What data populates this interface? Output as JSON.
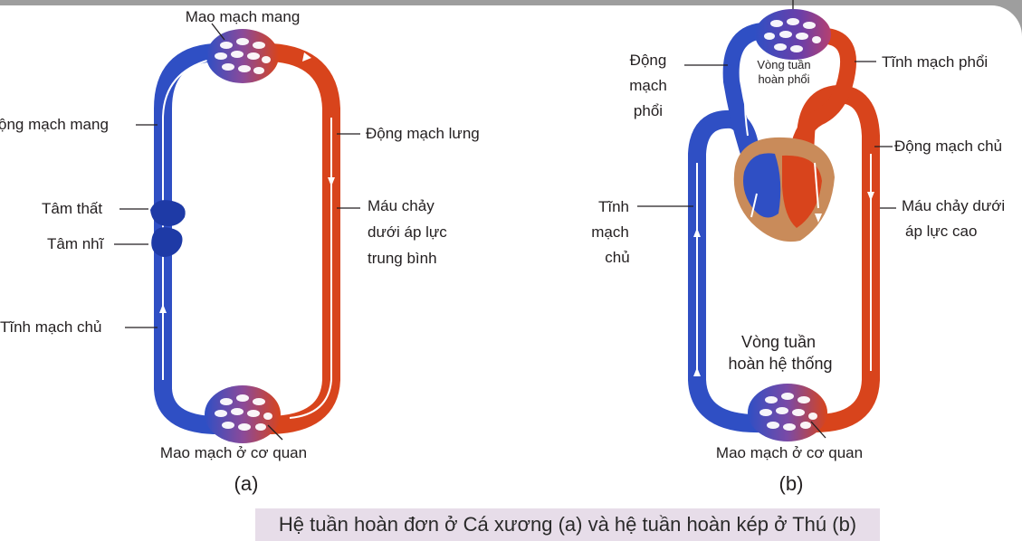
{
  "colors": {
    "venous_blue": "#2f4fc4",
    "arterial_red": "#d8441c",
    "heart_brown": "#c98b5a",
    "background_gray": "#9e9e9e"
  },
  "diagram_a": {
    "label_gill_capillaries": "Mao mạch mang",
    "label_gill_artery": "ộng mạch mang",
    "label_dorsal_aorta": "Động mạch lưng",
    "label_ventricle": "Tâm thất",
    "label_atrium": "Tâm nhĩ",
    "label_vena_cava": "Tĩnh mạch chủ",
    "label_pressure_1": "Máu chảy",
    "label_pressure_2": "dưới áp lực",
    "label_pressure_3": "trung bình",
    "label_organ_capillaries": "Mao mạch ở cơ quan",
    "panel_tag": "(a)"
  },
  "diagram_b": {
    "label_pulmonary_artery_1": "Động",
    "label_pulmonary_artery_2": "mạch",
    "label_pulmonary_artery_3": "phổi",
    "label_pulmonary_loop_1": "Vòng tuần",
    "label_pulmonary_loop_2": "hoàn phổi",
    "label_pulmonary_vein": "Tĩnh mạch phổi",
    "label_aorta": "Động mạch chủ",
    "label_high_pressure_1": "Máu chảy dưới",
    "label_high_pressure_2": "áp lực cao",
    "label_vena_cava_1": "Tĩnh",
    "label_vena_cava_2": "mạch",
    "label_vena_cava_3": "chủ",
    "label_systemic_loop_1": "Vòng tuần",
    "label_systemic_loop_2": "hoàn hệ thống",
    "label_organ_capillaries": "Mao mạch ở cơ quan",
    "panel_tag": "(b)"
  },
  "caption": "Hệ tuần hoàn đơn ở Cá xương (a) và hệ tuần hoàn kép ở Thú (b)"
}
